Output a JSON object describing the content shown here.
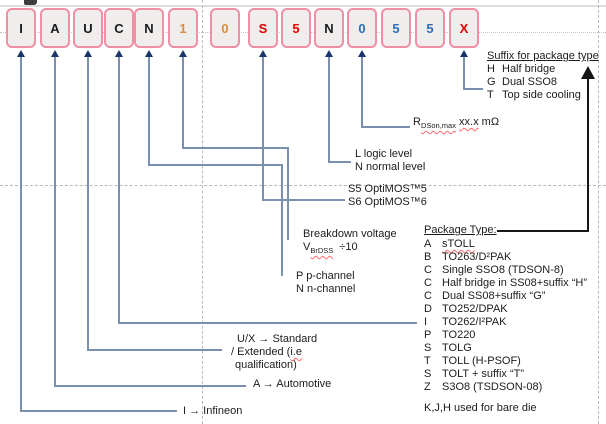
{
  "code_boxes": [
    {
      "ch": "I",
      "color": "#1a1a1a"
    },
    {
      "ch": "A",
      "color": "#1a1a1a"
    },
    {
      "ch": "U",
      "color": "#1a1a1a"
    },
    {
      "ch": "C",
      "color": "#1a1a1a"
    },
    {
      "ch": "N",
      "color": "#1a1a1a"
    },
    {
      "ch": "1",
      "color": "#e08a3c"
    },
    {
      "ch": "0",
      "color": "#e08a3c"
    },
    {
      "ch": "S",
      "color": "#e00000"
    },
    {
      "ch": "5",
      "color": "#e00000"
    },
    {
      "ch": "N",
      "color": "#1a1a1a"
    },
    {
      "ch": "0",
      "color": "#2f6db5"
    },
    {
      "ch": "5",
      "color": "#2f6db5"
    },
    {
      "ch": "5",
      "color": "#2f6db5"
    },
    {
      "ch": "X",
      "color": "#e00000"
    }
  ],
  "suffix": {
    "title": "Suffix for package type",
    "items": [
      {
        "code": "H",
        "text": "Half bridge"
      },
      {
        "code": "G",
        "text": "Dual SSO8"
      },
      {
        "code": "T",
        "text": "Top side cooling"
      }
    ]
  },
  "rdson": {
    "symbol": "R",
    "subscript": "DSon,max",
    "value": "xx.x",
    "unit": "mΩ"
  },
  "level": [
    "L logic level",
    "N normal level"
  ],
  "optimos": [
    "S5 OptiMOS™5",
    "S6 OptiMOS™6"
  ],
  "breakdown": {
    "line1": "Breakdown voltage",
    "symbol": "V",
    "subscript": "BrDSS",
    "divisor": "÷10"
  },
  "channel": [
    "P p-channel",
    "N n-channel"
  ],
  "package": {
    "title": "Package Type:",
    "items": [
      {
        "code": "A",
        "text": "sTOLL"
      },
      {
        "code": "B",
        "text": "TO263/D²PAK"
      },
      {
        "code": "C",
        "text": "Single SSO8 (TDSON-8)"
      },
      {
        "code": "C",
        "text": "Half bridge in SS08+suffix “H”"
      },
      {
        "code": "C",
        "text": "Dual SS08+suffix “G”"
      },
      {
        "code": "D",
        "text": "TO252/DPAK"
      },
      {
        "code": "I",
        "text": "TO262/I²PAK"
      },
      {
        "code": "P",
        "text": "TO220"
      },
      {
        "code": "S",
        "text": "TOLG"
      },
      {
        "code": "T",
        "text": "TOLL (H-PSOF)"
      },
      {
        "code": "S",
        "text": "TOLT  + suffix “T”"
      },
      {
        "code": "Z",
        "text": "S3O8 (TSDSON-08)"
      }
    ],
    "note": "K,J,H used for bare die"
  },
  "qualification": {
    "line1": "U/X → Standard",
    "line2a": "/ Extended (",
    "line2b": "i.e",
    "line3": "qualification)"
  },
  "automotive": "A → Automotive",
  "infineon": "I → Infineon",
  "colors": {
    "connector": "#7b8fae",
    "arrowhead": "#17356b",
    "box_border": "#ee8fa3",
    "box_fill": "#efeeec",
    "orange_digit": "#e08a3c",
    "red_letter": "#e00000",
    "blue_digit": "#2f6db5",
    "black_arrow": "#161616"
  }
}
